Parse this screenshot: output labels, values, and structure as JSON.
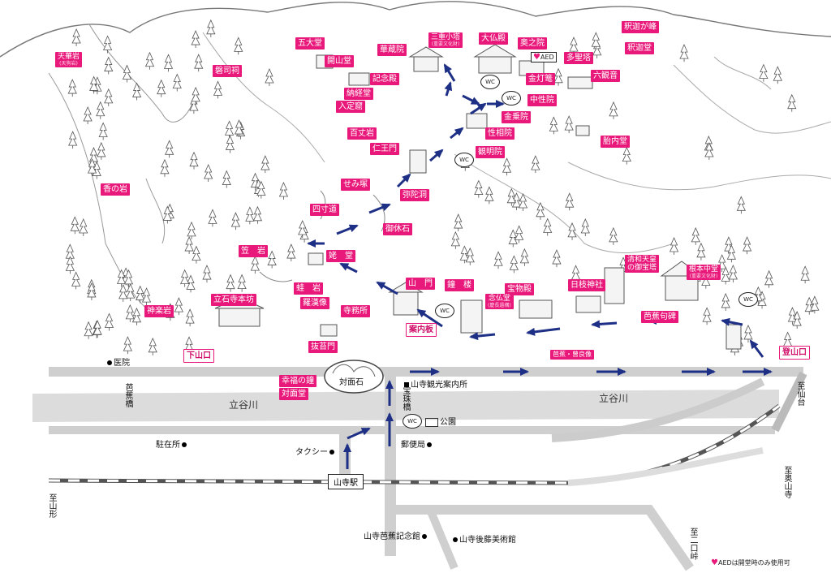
{
  "temple_labels": [
    {
      "id": "tenkeiwa",
      "text": "天華岩",
      "sub": "(天狗岩)"
    },
    {
      "id": "shakagamine",
      "text": "釈迦が峰"
    },
    {
      "id": "shakadou",
      "text": "釈迦堂"
    },
    {
      "id": "gotaido",
      "text": "五大堂"
    },
    {
      "id": "kaizando",
      "text": "開山堂"
    },
    {
      "id": "kazoudo",
      "text": "華蔵院"
    },
    {
      "id": "sanju",
      "text": "三重小塔",
      "sub": "(重要文化財)"
    },
    {
      "id": "daibutsuden",
      "text": "大仏殿"
    },
    {
      "id": "okunoin",
      "text": "奥之院"
    },
    {
      "id": "tahoto",
      "text": "多聖塔"
    },
    {
      "id": "kinenden",
      "text": "記念殿"
    },
    {
      "id": "kintoro",
      "text": "金灯篭"
    },
    {
      "id": "rokkannon",
      "text": "六観音"
    },
    {
      "id": "nokyodo",
      "text": "納経堂"
    },
    {
      "id": "chushoin",
      "text": "中性院"
    },
    {
      "id": "kinjoin",
      "text": "金乗院"
    },
    {
      "id": "nyujokutsu",
      "text": "入定窟"
    },
    {
      "id": "hyakujoiwa",
      "text": "百丈岩"
    },
    {
      "id": "shosoin",
      "text": "性相院"
    },
    {
      "id": "tainaido",
      "text": "胎内堂"
    },
    {
      "id": "niomon",
      "text": "仁王門"
    },
    {
      "id": "kanmeiin",
      "text": "観明院"
    },
    {
      "id": "hashiishi",
      "text": "磐司祠"
    },
    {
      "id": "semizuka",
      "text": "せみ塚"
    },
    {
      "id": "mida",
      "text": "弥陀洞"
    },
    {
      "id": "kounoiwa",
      "text": "香の岩"
    },
    {
      "id": "yotsuchido",
      "text": "四寸道"
    },
    {
      "id": "gokyuseki",
      "text": "御休石"
    },
    {
      "id": "kasaiwa",
      "text": "笠　岩"
    },
    {
      "id": "ubado",
      "text": "姥　堂"
    },
    {
      "id": "sanmon",
      "text": "山　門"
    },
    {
      "id": "shorou",
      "text": "鐘　楼"
    },
    {
      "id": "hobutsuden",
      "text": "宝物殿"
    },
    {
      "id": "hiejinja",
      "text": "日枝神社"
    },
    {
      "id": "konponchudo",
      "text": "根本中堂",
      "sub": "(重要文化財)"
    },
    {
      "id": "kyomei",
      "text": "清和天皇の御宝塔"
    },
    {
      "id": "kaeruiwa",
      "text": "蛙　岩"
    },
    {
      "id": "rakanzo",
      "text": "羅漢像"
    },
    {
      "id": "nenbutsudo",
      "text": "念仏堂",
      "sub": "(慶長遺構)"
    },
    {
      "id": "risshakuji",
      "text": "立石寺本坊"
    },
    {
      "id": "jimusho",
      "text": "寺務所"
    },
    {
      "id": "bashohi",
      "text": "芭蕉句碑"
    },
    {
      "id": "shinrakuiwa",
      "text": "神楽岩"
    },
    {
      "id": "bashozo",
      "text": "芭蕉・曾良像"
    },
    {
      "id": "nukegaki",
      "text": "抜苔門"
    },
    {
      "id": "kofuku",
      "text": "幸福の鐘"
    },
    {
      "id": "taimendo",
      "text": "対面堂"
    }
  ],
  "entrances": {
    "annaiban": "案内板",
    "shimoyamaguchi": "下山口",
    "tozanguchi": "登山口"
  },
  "places": {
    "iin": "医院",
    "kanko": "山寺観光案内所",
    "koen": "公園",
    "chuzaisho": "駐在所",
    "taxi": "タクシー",
    "yubinkyoku": "郵便局",
    "basho_kinenkan": "山寺芭蕉記念館",
    "goto_museum": "山寺後藤美術館",
    "taimenseki": "対面石"
  },
  "rivers": {
    "left": "立谷川",
    "right": "立谷川"
  },
  "bridges": {
    "basho": "芭蕉橋",
    "hoju": "宝珠橋"
  },
  "station": "山寺駅",
  "directions": {
    "sendai": "至仙台",
    "yamagata": "至山形",
    "okuyamadera": "至奥山寺",
    "futakuchi": "至二口峠"
  },
  "wc": "WC",
  "aed": "AED",
  "note": "AEDは開堂時のみ使用可",
  "colors": {
    "pin": "#e8197a",
    "route": "#1e2f86",
    "road": "#c9c9c9",
    "rail": "#555555"
  }
}
